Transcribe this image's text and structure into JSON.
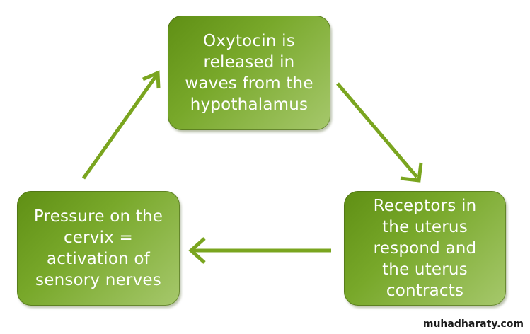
{
  "diagram": {
    "nodes": [
      {
        "id": "top",
        "text": "Oxytocin is\nreleased in\nwaves from the\nhypothalamus"
      },
      {
        "id": "right",
        "text": "Receptors in\nthe uterus\nrespond and\nthe uterus\ncontracts"
      },
      {
        "id": "left",
        "text": "Pressure on the\ncervix =\nactivation of\nsensory nerves"
      }
    ],
    "edges": [
      {
        "from": "top",
        "to": "right"
      },
      {
        "from": "right",
        "to": "left"
      },
      {
        "from": "left",
        "to": "top"
      }
    ],
    "colors": {
      "box_dark": "#5f8f14",
      "box_light": "#a6c86c",
      "arrow": "#7aa51f",
      "text": "#ffffff"
    }
  },
  "watermark": "muhadharaty.com"
}
